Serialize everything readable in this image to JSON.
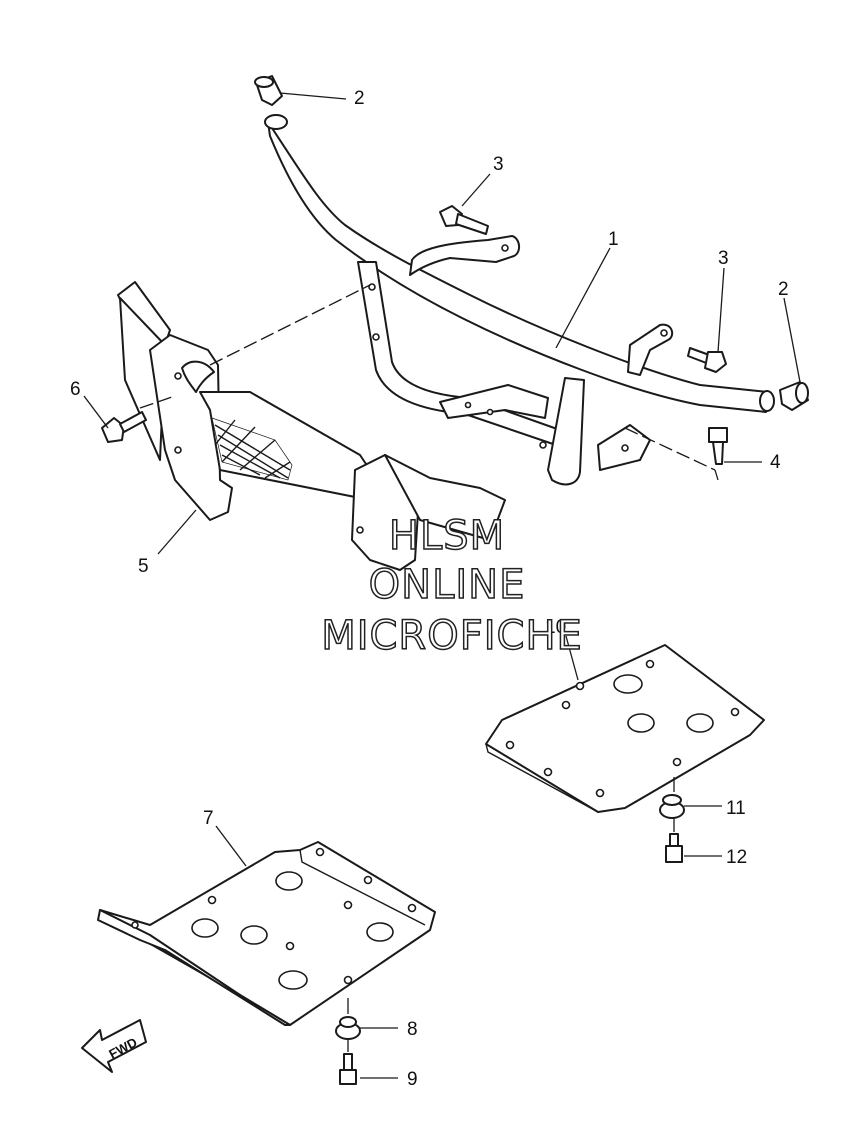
{
  "diagram": {
    "callouts": [
      {
        "id": "c2a",
        "label": "2"
      },
      {
        "id": "c3a",
        "label": "3"
      },
      {
        "id": "c1",
        "label": "1"
      },
      {
        "id": "c3b",
        "label": "3"
      },
      {
        "id": "c2b",
        "label": "2"
      },
      {
        "id": "c6",
        "label": "6"
      },
      {
        "id": "c4",
        "label": "4"
      },
      {
        "id": "c5",
        "label": "5"
      },
      {
        "id": "c10",
        "label": "10"
      },
      {
        "id": "c11",
        "label": "11"
      },
      {
        "id": "c12",
        "label": "12"
      },
      {
        "id": "c7",
        "label": "7"
      },
      {
        "id": "c8",
        "label": "8"
      },
      {
        "id": "c9",
        "label": "9"
      }
    ],
    "watermark": [
      "HLSM",
      "ONLINE",
      "MICROFICHE"
    ],
    "direction_arrow": {
      "label": "FWD",
      "icon": "fwd-arrow-icon"
    }
  }
}
